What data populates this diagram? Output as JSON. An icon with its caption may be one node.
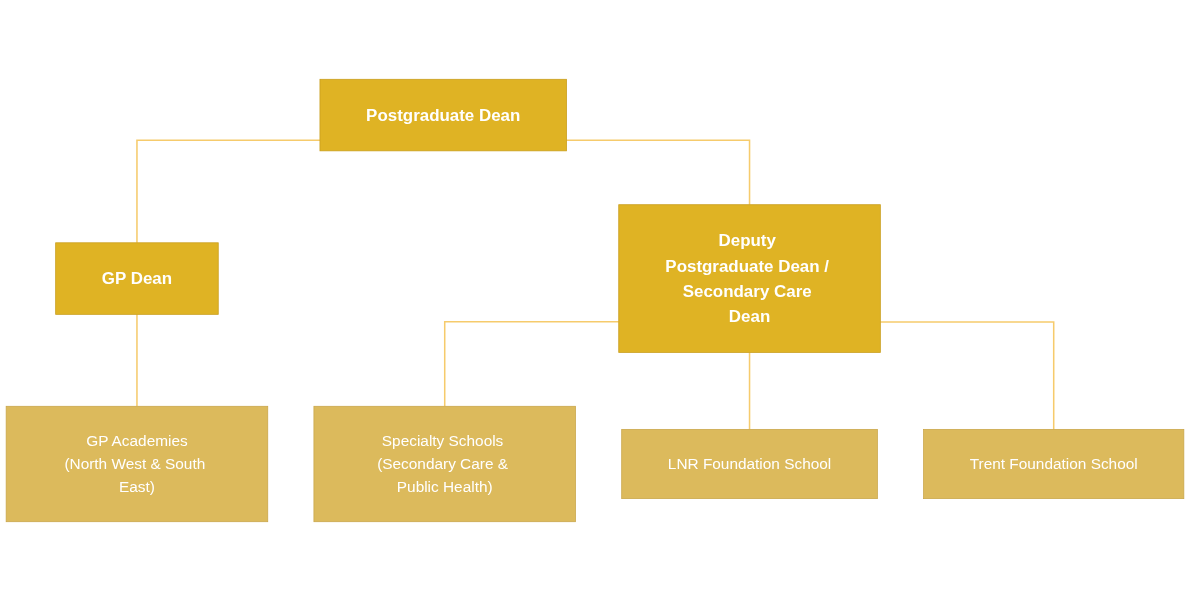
{
  "diagram": {
    "nodes": [
      {
        "text": [
          "Postgraduate Dean"
        ]
      },
      {
        "text": [
          "GP Dean"
        ]
      },
      {
        "text": [
          "Deputy Postgraduate Dean / Secondary Care Dean"
        ]
      },
      {
        "text": [
          "GP Academies",
          "(North West & South East)"
        ]
      },
      {
        "text": [
          "Specialty Schools (Secondary Care & Public Health)"
        ]
      },
      {
        "text": [
          "LNR Foundation School"
        ]
      },
      {
        "text": [
          "Trent Foundation School"
        ]
      }
    ],
    "edges": [
      {
        "from": 0,
        "to": 1,
        "arrow": "none"
      },
      {
        "from": 0,
        "to": 2,
        "arrow": "none"
      },
      {
        "from": 1,
        "to": 3,
        "arrow": "none"
      },
      {
        "from": 2,
        "to": 4,
        "arrow": "none"
      },
      {
        "from": 2,
        "to": 5,
        "arrow": "none"
      },
      {
        "from": 2,
        "to": 6,
        "arrow": "none"
      }
    ]
  }
}
